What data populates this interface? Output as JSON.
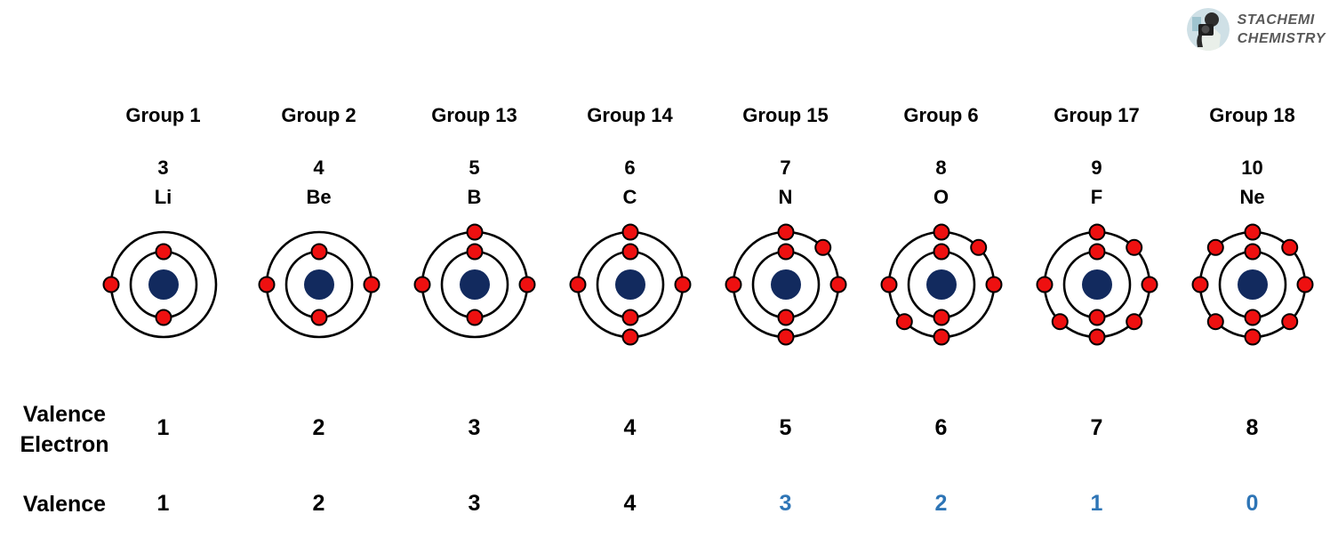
{
  "logo": {
    "brand_line1": "STACHEMI",
    "brand_line2": "CHEMISTRY",
    "text_color": "#595959"
  },
  "colors": {
    "electron_fill": "#ee1010",
    "electron_stroke": "#000000",
    "nucleus_fill": "#122a5e",
    "orbit_stroke": "#000000",
    "text": "#000000",
    "valence_highlight": "#2e75b6"
  },
  "row_labels": {
    "valence_electron_line1": "Valence",
    "valence_electron_line2": "Electron",
    "valence": "Valence"
  },
  "atom_geometry": {
    "inner_shell_angles": [
      0,
      180
    ],
    "outer_shell_angles": {
      "1": [
        270
      ],
      "2": [
        90,
        270
      ],
      "3": [
        0,
        90,
        270
      ],
      "4": [
        0,
        90,
        180,
        270
      ],
      "5": [
        0,
        45,
        90,
        180,
        270
      ],
      "6": [
        0,
        45,
        90,
        180,
        225,
        270
      ],
      "7": [
        0,
        45,
        90,
        135,
        180,
        225,
        270
      ],
      "8": [
        0,
        45,
        90,
        135,
        180,
        225,
        270,
        315
      ]
    }
  },
  "elements": [
    {
      "group": "Group 1",
      "atomic_number": "3",
      "symbol": "Li",
      "shells": [
        2,
        1
      ],
      "valence_electrons": "1",
      "valence": "1",
      "valence_highlighted": false
    },
    {
      "group": "Group 2",
      "atomic_number": "4",
      "symbol": "Be",
      "shells": [
        2,
        2
      ],
      "valence_electrons": "2",
      "valence": "2",
      "valence_highlighted": false
    },
    {
      "group": "Group 13",
      "atomic_number": "5",
      "symbol": "B",
      "shells": [
        2,
        3
      ],
      "valence_electrons": "3",
      "valence": "3",
      "valence_highlighted": false
    },
    {
      "group": "Group 14",
      "atomic_number": "6",
      "symbol": "C",
      "shells": [
        2,
        4
      ],
      "valence_electrons": "4",
      "valence": "4",
      "valence_highlighted": false
    },
    {
      "group": "Group 15",
      "atomic_number": "7",
      "symbol": "N",
      "shells": [
        2,
        5
      ],
      "valence_electrons": "5",
      "valence": "3",
      "valence_highlighted": true
    },
    {
      "group": "Group 6",
      "atomic_number": "8",
      "symbol": "O",
      "shells": [
        2,
        6
      ],
      "valence_electrons": "6",
      "valence": "2",
      "valence_highlighted": true
    },
    {
      "group": "Group 17",
      "atomic_number": "9",
      "symbol": "F",
      "shells": [
        2,
        7
      ],
      "valence_electrons": "7",
      "valence": "1",
      "valence_highlighted": true
    },
    {
      "group": "Group 18",
      "atomic_number": "10",
      "symbol": "Ne",
      "shells": [
        2,
        8
      ],
      "valence_electrons": "8",
      "valence": "0",
      "valence_highlighted": true
    }
  ]
}
